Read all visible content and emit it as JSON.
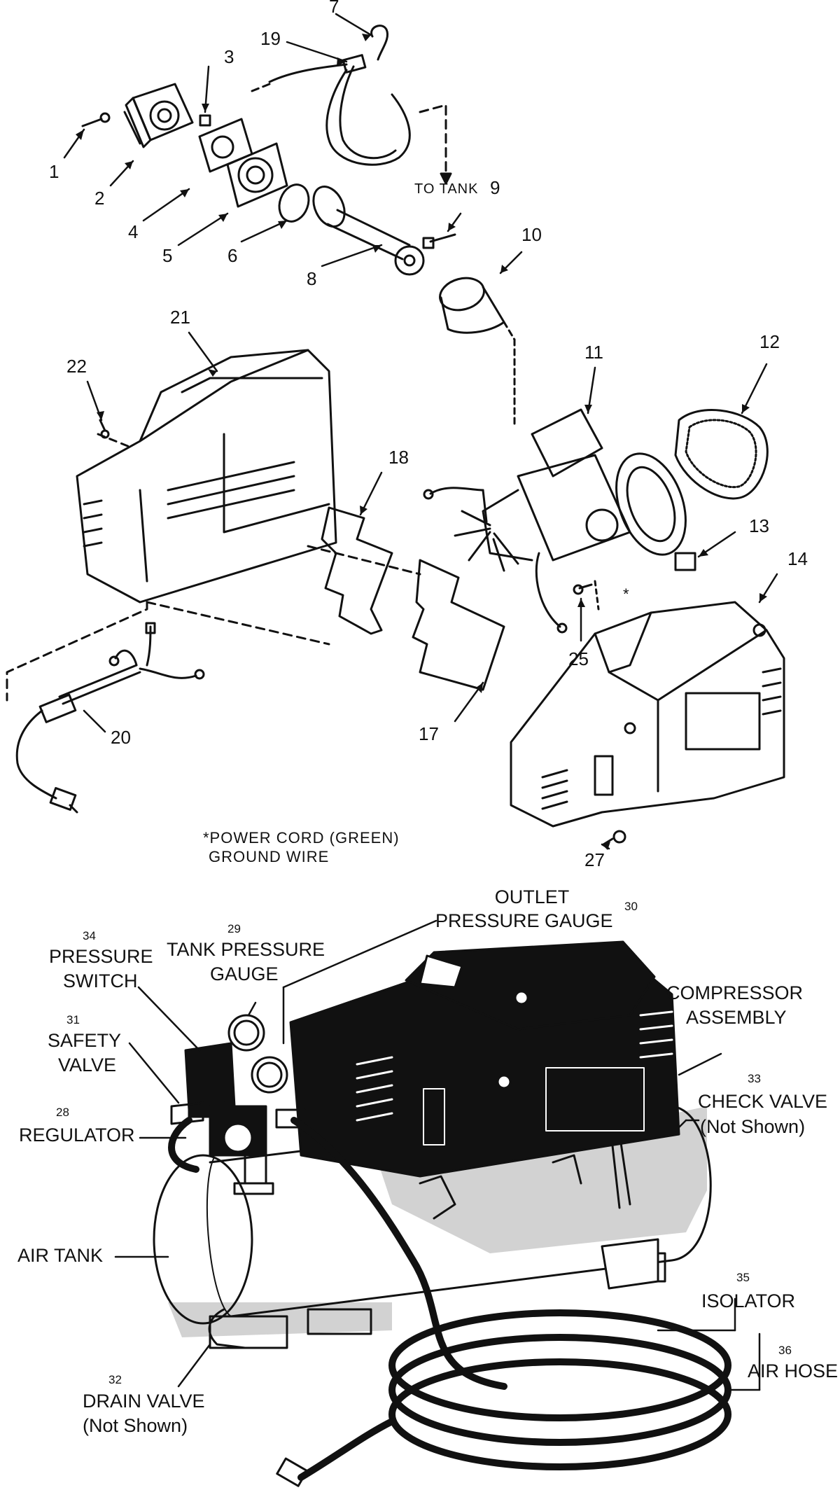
{
  "top_callouts": [
    "1",
    "2",
    "3",
    "4",
    "5",
    "6",
    "7",
    "8",
    "9",
    "10",
    "11",
    "12",
    "13",
    "14",
    "17",
    "18",
    "19",
    "20",
    "21",
    "22",
    "25",
    "27"
  ],
  "to_tank": "TO TANK",
  "note_line1": "*POWER CORD (GREEN)",
  "note_line2": "GROUND WIRE",
  "asterisk": "*",
  "labels": {
    "outlet_gauge": {
      "num": "30",
      "line1": "OUTLET",
      "line2": "PRESSURE GAUGE"
    },
    "pressure_switch": {
      "num": "34",
      "line1": "PRESSURE",
      "line2": "SWITCH"
    },
    "tank_gauge": {
      "num": "29",
      "line1": "TANK PRESSURE",
      "line2": "GAUGE"
    },
    "safety_valve": {
      "num": "31",
      "line1": "SAFETY",
      "line2": "VALVE"
    },
    "regulator": {
      "num": "28",
      "line1": "REGULATOR"
    },
    "compressor": {
      "line1": "COMPRESSOR",
      "line2": "ASSEMBLY"
    },
    "check_valve": {
      "num": "33",
      "line1": "CHECK VALVE",
      "line2": "(Not Shown)"
    },
    "air_tank": {
      "line1": "AIR TANK"
    },
    "isolator": {
      "num": "35",
      "line1": "ISOLATOR"
    },
    "air_hose": {
      "num": "36",
      "line1": "AIR HOSE"
    },
    "drain_valve": {
      "num": "32",
      "line1": "DRAIN VALVE",
      "line2": "(Not Shown)"
    }
  }
}
